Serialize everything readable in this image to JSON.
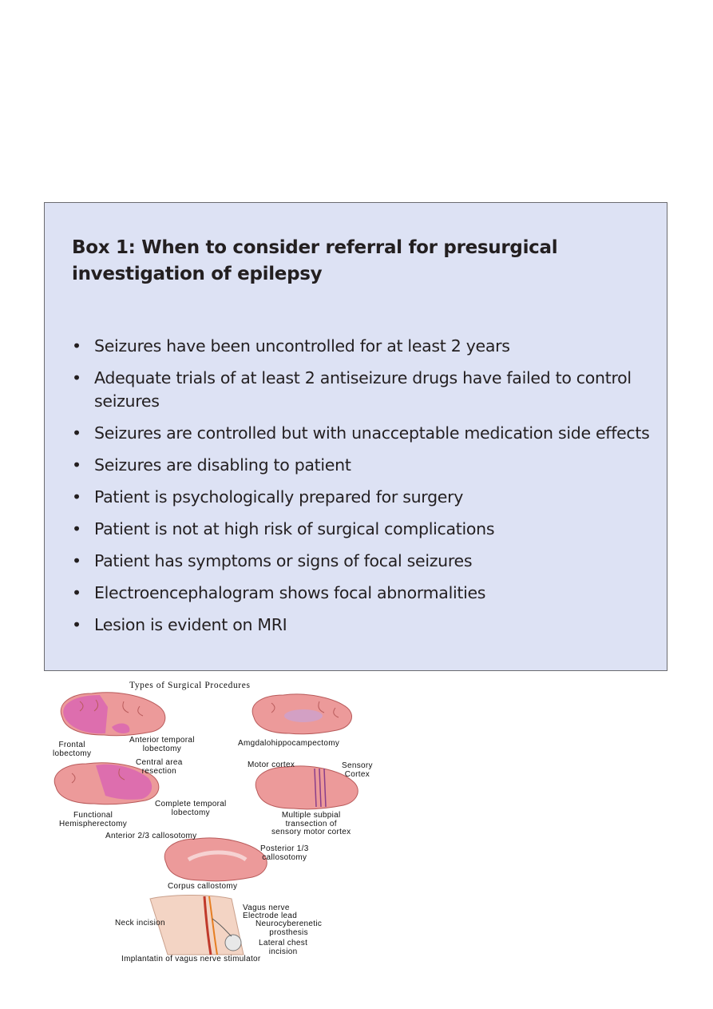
{
  "box": {
    "title": "Box 1: When to consider referral for presurgical investigation of epilepsy",
    "bullet_glyph": "•",
    "items": [
      "Seizures have been uncontrolled for at least 2 years",
      "Adequate trials of at least 2 antiseizure drugs have failed to control seizures",
      "Seizures are controlled but with unacceptable medication side effects",
      "Seizures are disabling to patient",
      "Patient is psychologically prepared for surgery",
      "Patient is not at high risk of surgical complications",
      "Patient has symptoms or signs of focal seizures",
      "Electroencephalogram shows focal abnormalities",
      "Lesion is evident on MRI"
    ]
  },
  "figure": {
    "title": "Types of Surgical Procedures",
    "labels": {
      "frontal_lobectomy": "Frontal\nlobectomy",
      "anterior_temporal_lobectomy": "Anterior temporal\nlobectomy",
      "amygdalohippocampectomy": "Amgdalohippocampectomy",
      "central_area_resection": "Central area\nresection",
      "complete_temporal_lobectomy": "Complete temporal\nlobectomy",
      "functional_hemispherectomy": "Functional\nHemispherectomy",
      "motor_cortex": "Motor cortex",
      "sensory_cortex": "Sensory\nCortex",
      "multiple_subpial_transection": "Multiple subpial\ntransection of\nsensory motor cortex",
      "anterior_callosotomy": "Anterior 2/3 callosotomy",
      "posterior_callosotomy": "Posterior 1/3\ncallosotomy",
      "corpus_callostomy": "Corpus callostomy",
      "vagus_nerve": "Vagus nerve",
      "electrode_lead": "Electrode lead",
      "neck_incision": "Neck incision",
      "neurocybernetic_prosthesis": "Neurocyberenetic\nprosthesis",
      "lateral_chest_incision": "Lateral chest\nincision",
      "vns_caption": "Implantatin of vagus nerve stimulator"
    }
  },
  "colors": {
    "box_background": "#dde2f4",
    "box_border": "#6b6b70",
    "brain": "#ec9a9a",
    "highlight": "#d24bc0"
  }
}
